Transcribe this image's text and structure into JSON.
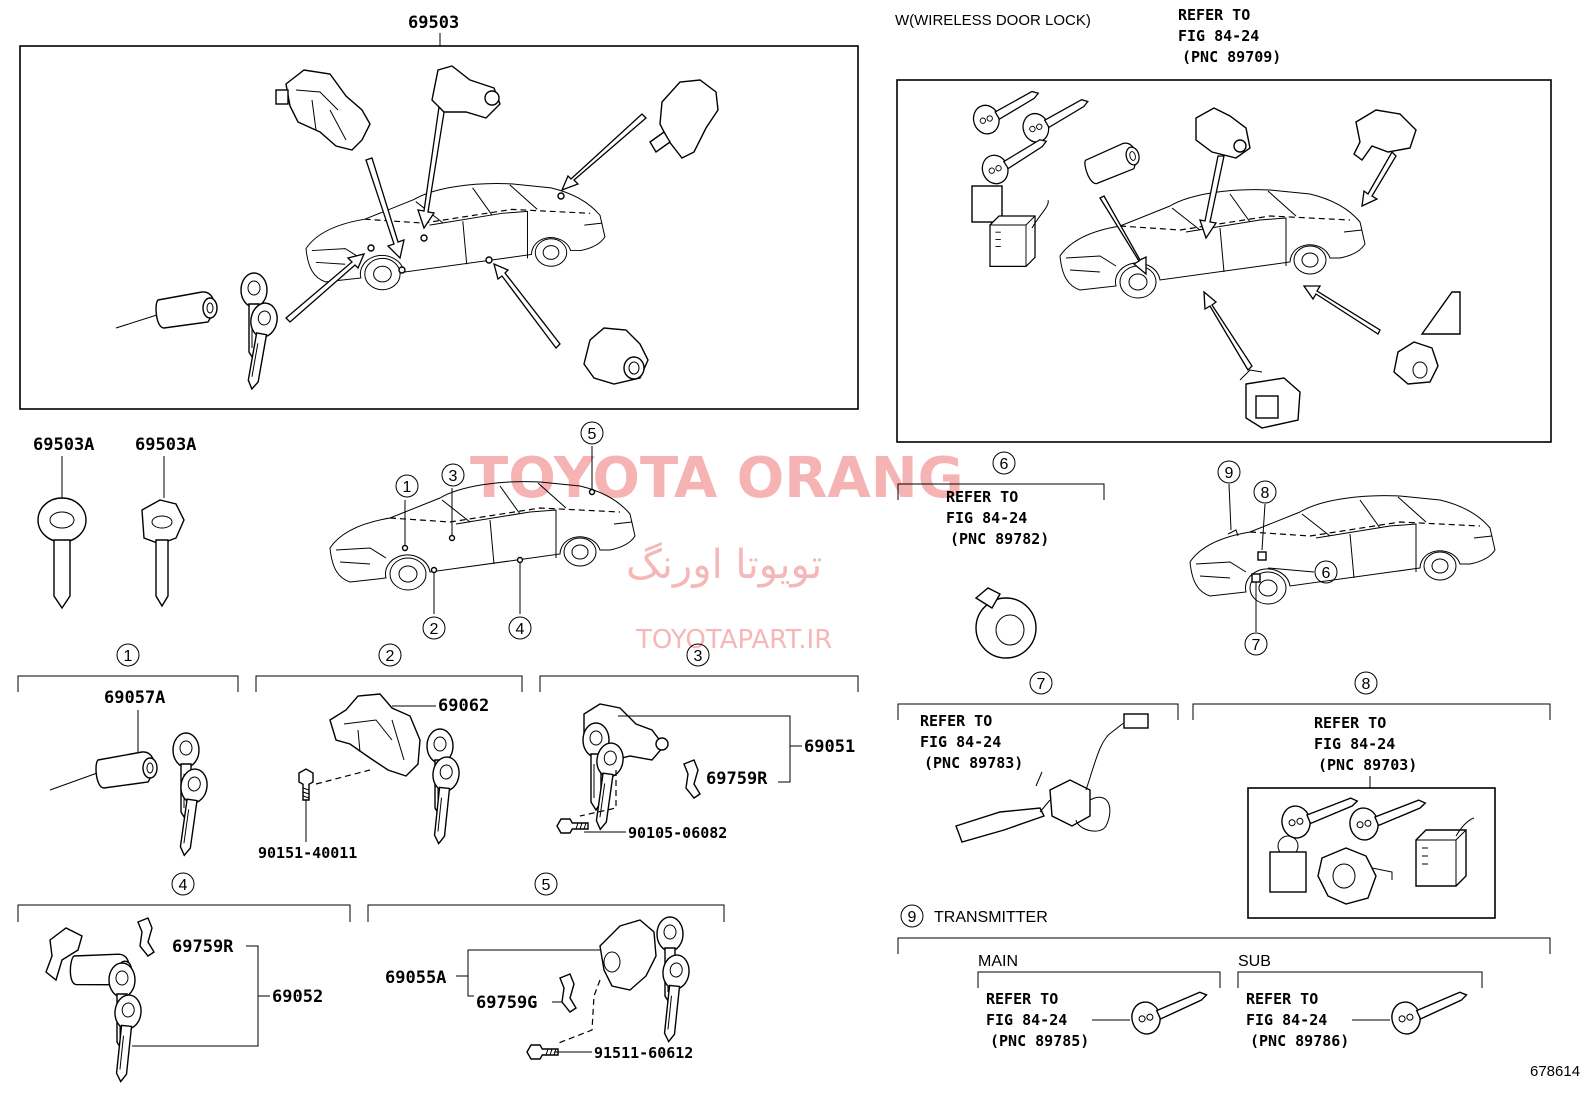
{
  "diagram": {
    "figure_number": "678614",
    "header_note": "W(WIRELESS DOOR LOCK)",
    "top_refer": {
      "line1": "REFER TO",
      "line2": "FIG 84-24",
      "line3": "(PNC 89709)"
    },
    "set_label": "69503",
    "key_labels": {
      "left": "69503A",
      "right": "69503A"
    },
    "watermark": {
      "line1": "TOYOTA ORANG",
      "line2": "تویوتا اورنگ",
      "line3": "TOYOTAPART.IR"
    },
    "callouts": [
      "1",
      "2",
      "3",
      "4",
      "5",
      "6",
      "7",
      "8",
      "9"
    ],
    "sections": {
      "s1": {
        "num": "1",
        "parts": [
          "69057A"
        ]
      },
      "s2": {
        "num": "2",
        "parts": [
          "69062",
          "90151-40011"
        ]
      },
      "s3": {
        "num": "3",
        "parts": [
          "69051",
          "69759R",
          "90105-06082"
        ]
      },
      "s4": {
        "num": "4",
        "parts": [
          "69759R",
          "69052"
        ]
      },
      "s5": {
        "num": "5",
        "parts": [
          "69055A",
          "69759G",
          "91511-60612"
        ]
      },
      "s6": {
        "num": "6",
        "refer": {
          "line1": "REFER TO",
          "line2": "FIG 84-24",
          "line3": "(PNC 89782)"
        }
      },
      "s7": {
        "num": "7",
        "refer": {
          "line1": "REFER TO",
          "line2": "FIG 84-24",
          "line3": "(PNC 89783)"
        }
      },
      "s8": {
        "num": "8",
        "refer": {
          "line1": "REFER TO",
          "line2": "FIG 84-24",
          "line3": "(PNC 89703)"
        }
      },
      "s9": {
        "num": "9",
        "title": "TRANSMITTER",
        "main": {
          "label": "MAIN",
          "refer": {
            "line1": "REFER TO",
            "line2": "FIG 84-24",
            "line3": "(PNC 89785)"
          }
        },
        "sub": {
          "label": "SUB",
          "refer": {
            "line1": "REFER TO",
            "line2": "FIG 84-24",
            "line3": "(PNC 89786)"
          }
        }
      }
    }
  }
}
